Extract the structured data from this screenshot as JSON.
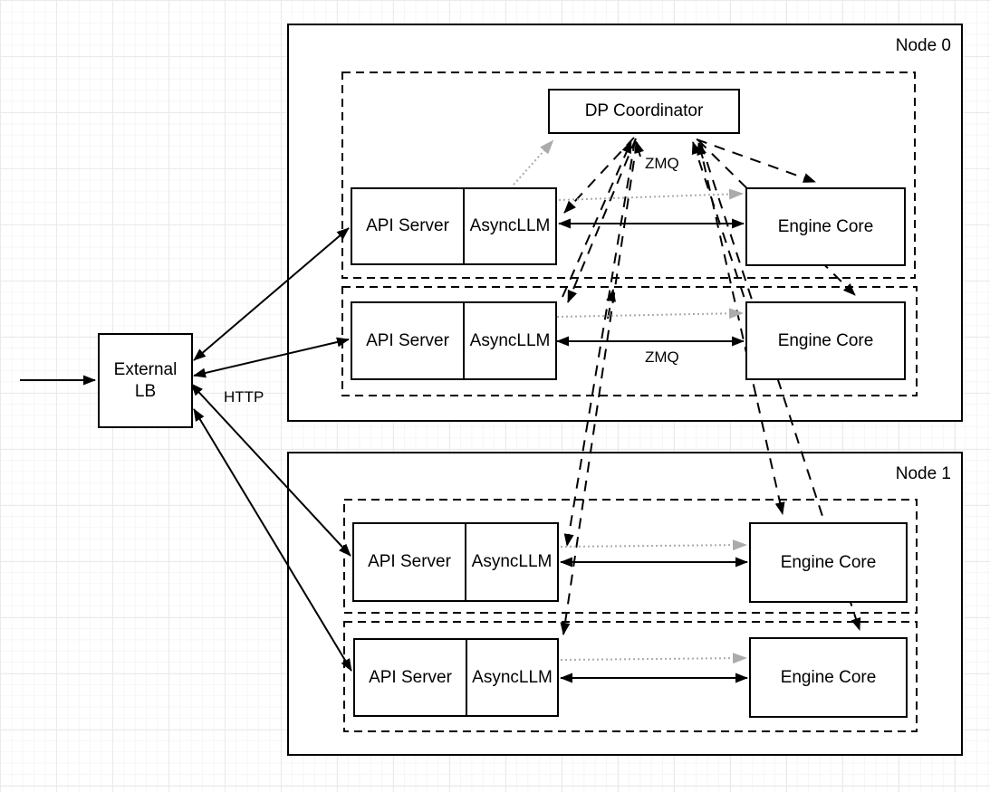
{
  "diagram": {
    "external_lb": {
      "line1": "External",
      "line2": "LB"
    },
    "http_label": "HTTP",
    "coordinator_label": "DP Coordinator",
    "zmq_coordinator_label": "ZMQ",
    "zmq_engine_label": "ZMQ",
    "nodes": [
      {
        "label": "Node 0",
        "rows": [
          {
            "api_server": "API Server",
            "async_llm": "AsyncLLM",
            "engine_core": "Engine Core"
          },
          {
            "api_server": "API Server",
            "async_llm": "AsyncLLM",
            "engine_core": "Engine Core"
          }
        ]
      },
      {
        "label": "Node 1",
        "rows": [
          {
            "api_server": "API Server",
            "async_llm": "AsyncLLM",
            "engine_core": "Engine Core"
          },
          {
            "api_server": "API Server",
            "async_llm": "AsyncLLM",
            "engine_core": "Engine Core"
          }
        ]
      }
    ],
    "colors": {
      "stroke": "#000000",
      "dotted_link": "#ababab",
      "box_fill": "#ffffff"
    }
  }
}
